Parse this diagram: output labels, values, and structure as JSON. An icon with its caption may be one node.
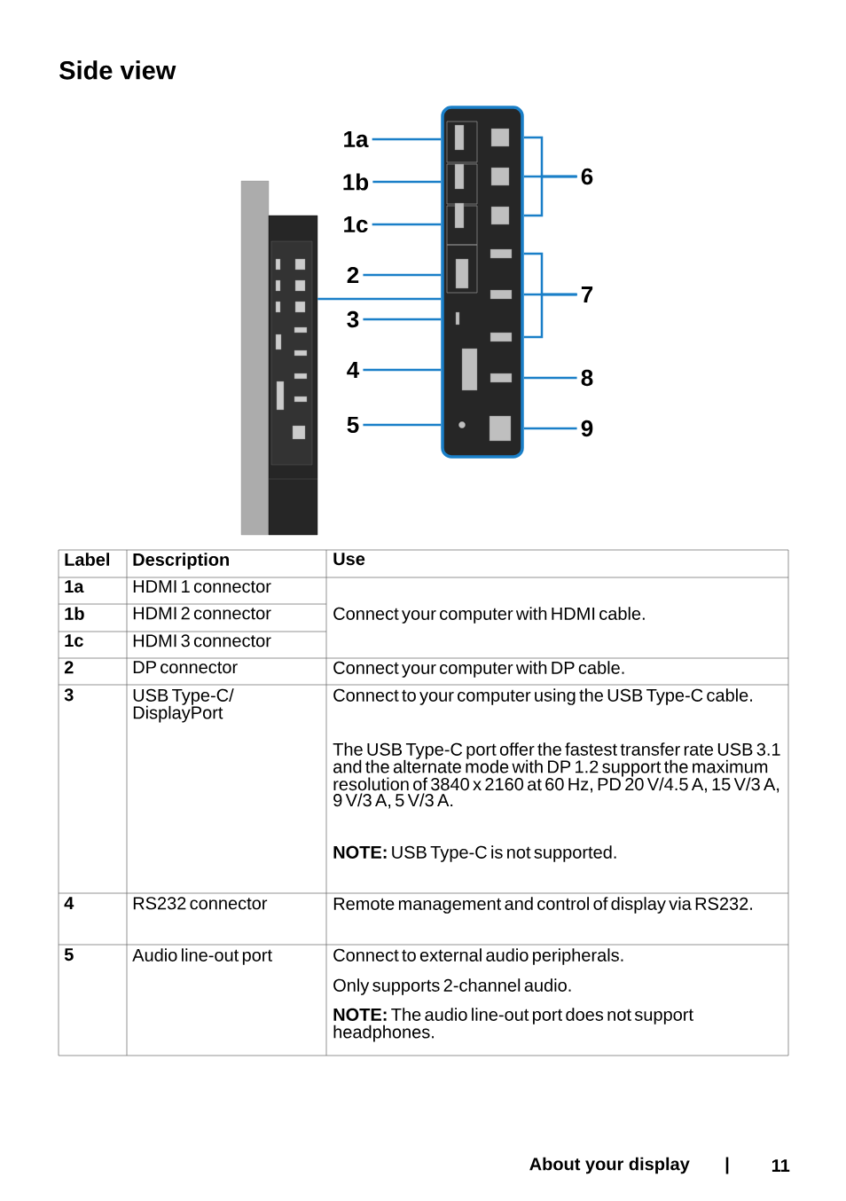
{
  "diagram": {
    "title": "Side view",
    "nodes": [
      {
        "text": [
          "1a"
        ]
      },
      {
        "text": [
          "1b"
        ]
      },
      {
        "text": [
          "1c"
        ]
      },
      {
        "text": [
          "2"
        ]
      },
      {
        "text": [
          "3"
        ]
      },
      {
        "text": [
          "4"
        ]
      },
      {
        "text": [
          "5"
        ]
      },
      {
        "text": [
          "6"
        ]
      },
      {
        "text": [
          "7"
        ]
      },
      {
        "text": [
          "8"
        ]
      },
      {
        "text": [
          "9"
        ]
      },
      {
        "text": [],
        "shape": "picture"
      },
      {
        "text": [],
        "shape": "picture"
      }
    ],
    "edges": [
      {
        "from": 0,
        "to": 12,
        "arrow": "none"
      },
      {
        "from": 1,
        "to": 12,
        "arrow": "none"
      },
      {
        "from": 2,
        "to": 12,
        "arrow": "none"
      },
      {
        "from": 3,
        "to": 12,
        "arrow": "none"
      },
      {
        "from": 4,
        "to": 12,
        "arrow": "none"
      },
      {
        "from": 5,
        "to": 12,
        "arrow": "none"
      },
      {
        "from": 6,
        "to": 12,
        "arrow": "none"
      },
      {
        "from": 7,
        "to": 12,
        "arrow": "none"
      },
      {
        "from": 7,
        "to": 12,
        "arrow": "none"
      },
      {
        "from": 7,
        "to": 12,
        "arrow": "none"
      },
      {
        "from": 8,
        "to": 12,
        "arrow": "none"
      },
      {
        "from": 8,
        "to": 12,
        "arrow": "none"
      },
      {
        "from": 8,
        "to": 12,
        "arrow": "none"
      },
      {
        "from": 9,
        "to": 12,
        "arrow": "none"
      },
      {
        "from": 10,
        "to": 12,
        "arrow": "none"
      },
      {
        "from": 11,
        "to": 12,
        "arrow": "none"
      }
    ],
    "labels": [
      "Label",
      "Description",
      "Use",
      "1a",
      "HDMI 1 connector",
      "1b",
      "HDMI 2 connector",
      "Connect your computer with HDMI cable.",
      "1c",
      "HDMI 3 connector",
      "2",
      "DP connector",
      "Connect your computer with DP cable.",
      "3",
      "USB Type-C/ DisplayPort",
      "Connect to your computer using the USB Type-C cable.",
      "The USB Type-C port offer the fastest transfer rate USB 3.1 and the alternate mode with DP 1.2 support the maximum resolution of 3840 x 2160 at 60 Hz, PD 20 V/4.5 A, 15 V/3 A, 9 V/3 A, 5 V/3 A.",
      "**NOTE:** USB Type-C is not supported.",
      "4",
      "RS232 connector",
      "Remote management and control of display via RS232.",
      "5",
      "Audio line-out port",
      "Connect to external audio peripherals.",
      "Only supports 2-channel audio.",
      "**NOTE:** The audio line-out port does not support headphones.",
      "About your display",
      "|",
      "11"
    ]
  }
}
